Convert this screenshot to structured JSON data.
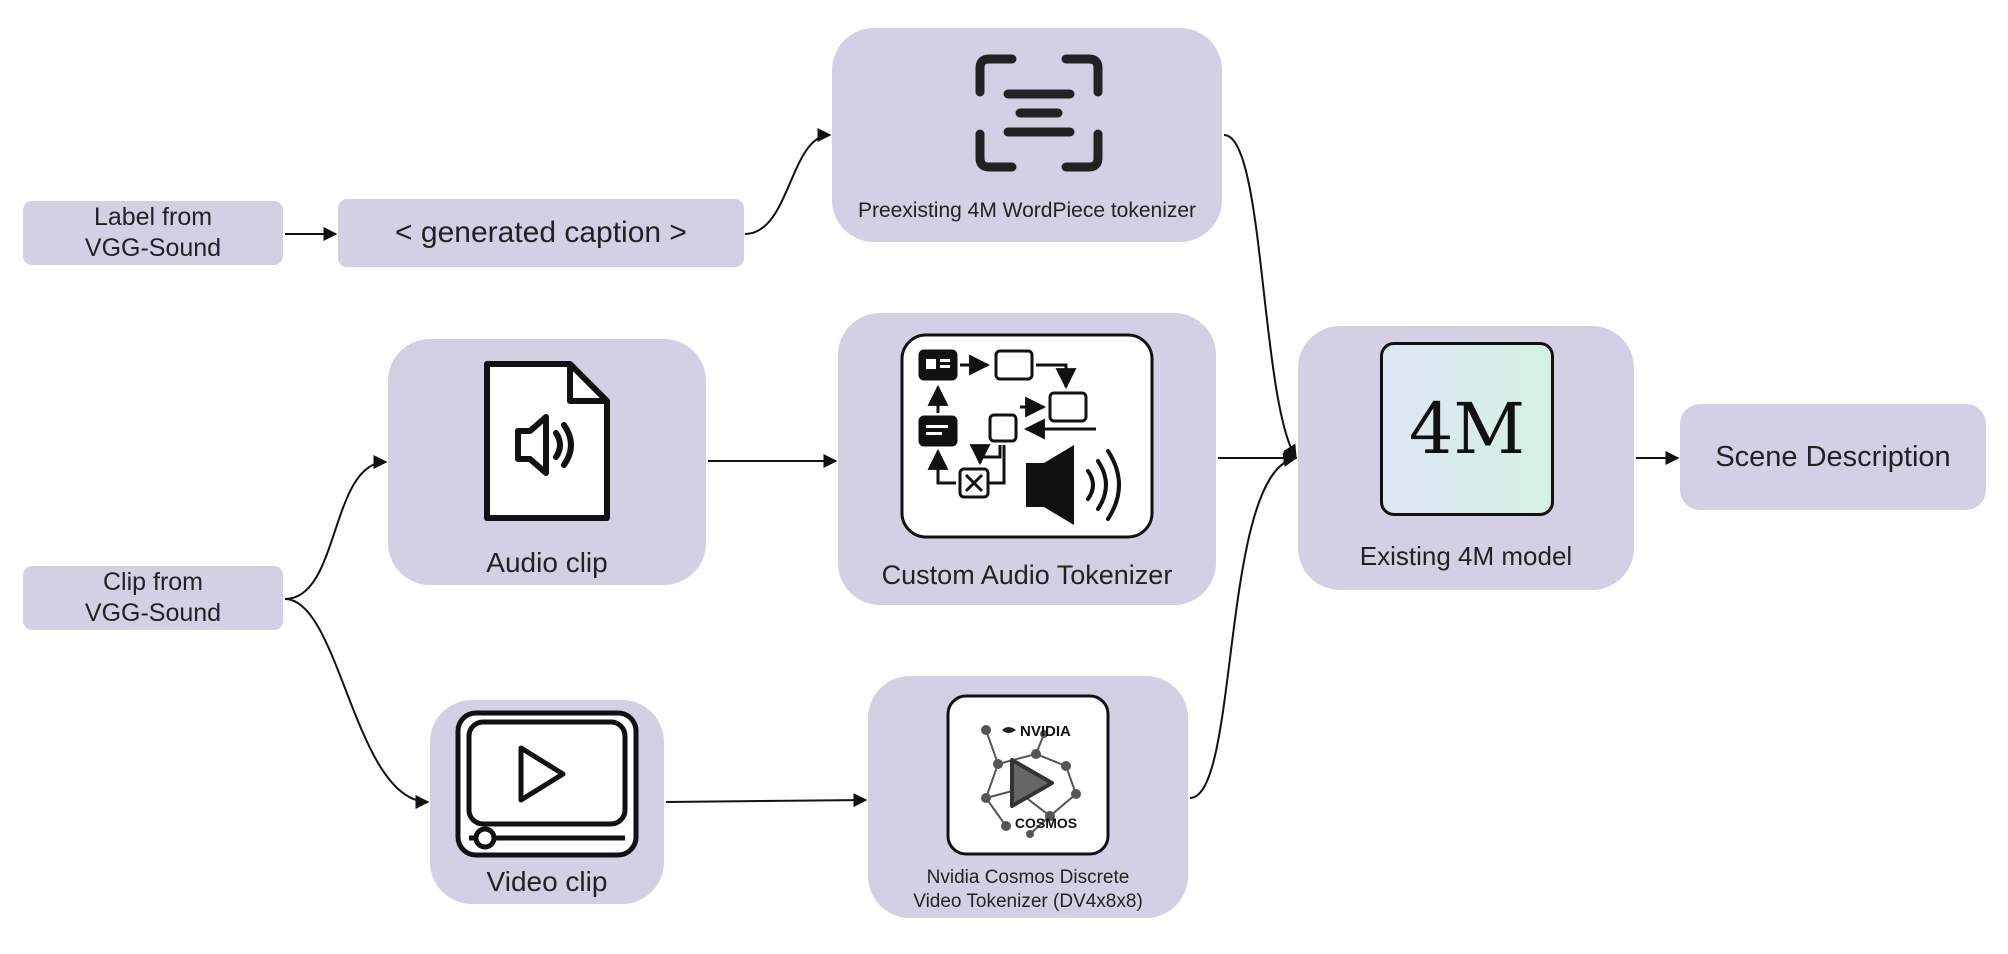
{
  "nodes": {
    "label_source": {
      "text": "Label from\nVGG-Sound"
    },
    "clip_source": {
      "text": "Clip from\nVGG-Sound"
    },
    "caption": {
      "text": "< generated caption >"
    },
    "text_tokenizer": {
      "text": "Preexisting 4M WordPiece tokenizer",
      "icon": "text-scan-icon"
    },
    "audio_clip": {
      "text": "Audio clip",
      "icon": "audio-file-icon"
    },
    "audio_tokenizer": {
      "text": "Custom Audio Tokenizer",
      "icon": "audio-flowchart-speaker-icon"
    },
    "video_clip": {
      "text": "Video clip",
      "icon": "video-player-icon"
    },
    "video_tokenizer": {
      "text": "Nvidia Cosmos Discrete\nVideo Tokenizer (DV4x8x8)",
      "icon": "nvidia-cosmos-logo",
      "logo_text": {
        "brand": "NVIDIA",
        "product": "COSMOS"
      }
    },
    "model": {
      "text": "Existing 4M model",
      "logo_text": "4M"
    },
    "output": {
      "text": "Scene Description"
    }
  },
  "colors": {
    "box_fill": "#d3d0e6",
    "arrow": "#111111",
    "model_logo_gradient": [
      "#dde6f6",
      "#d4f2e1"
    ]
  }
}
